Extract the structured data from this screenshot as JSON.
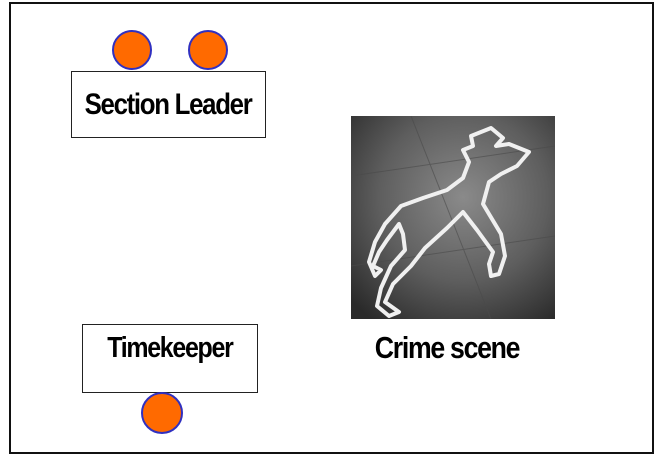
{
  "roles": {
    "section_leader": "Section Leader",
    "timekeeper": "Timekeeper"
  },
  "crime_scene": {
    "caption": "Crime scene",
    "image": "body-chalk-outline"
  },
  "colors": {
    "marker_fill": "#ff6a00",
    "marker_stroke": "#3030c0",
    "border": "#111111"
  }
}
